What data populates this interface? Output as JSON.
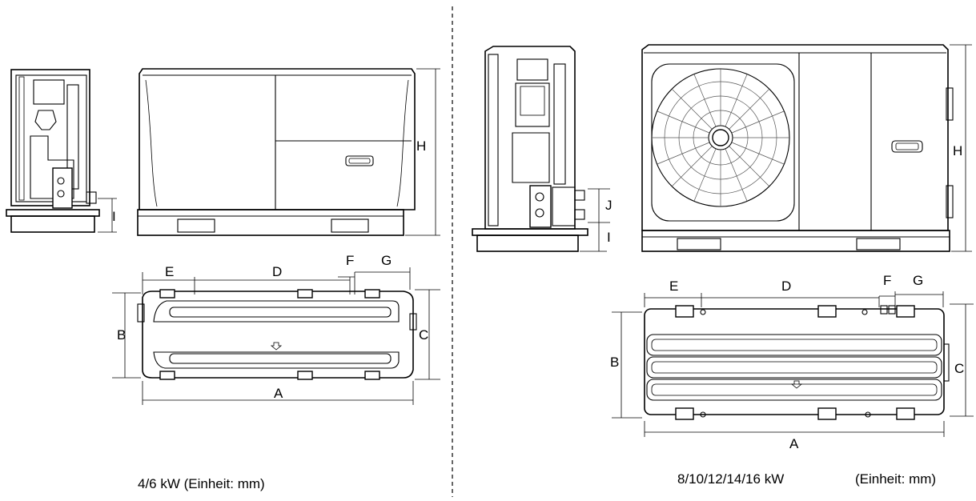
{
  "diagram": {
    "left_unit": {
      "caption": "4/6 kW (Einheit: mm)",
      "labels": {
        "A": "A",
        "B": "B",
        "C": "C",
        "D": "D",
        "E": "E",
        "F": "F",
        "G": "G",
        "H": "H",
        "I": "I"
      }
    },
    "right_unit": {
      "caption_model": "8/10/12/14/16 kW",
      "caption_unit": "(Einheit: mm)",
      "labels": {
        "A": "A",
        "B": "B",
        "C": "C",
        "D": "D",
        "E": "E",
        "F": "F",
        "G": "G",
        "H": "H",
        "I": "I",
        "J": "J"
      }
    }
  }
}
